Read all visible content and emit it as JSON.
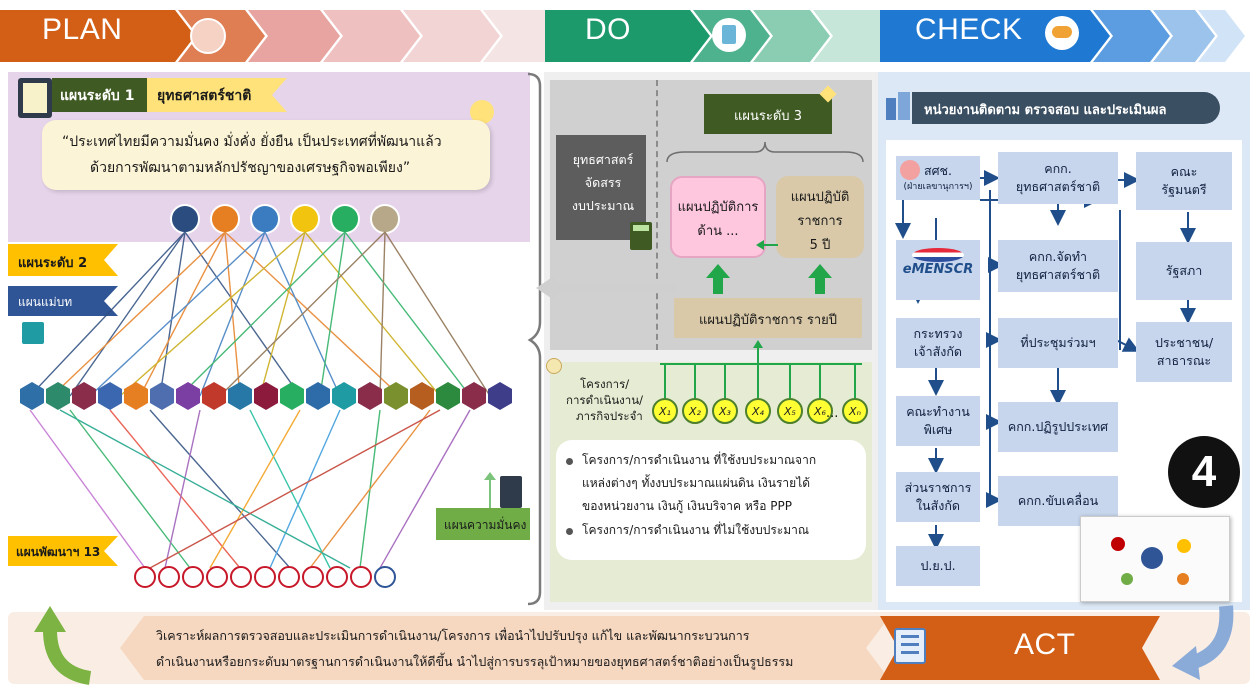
{
  "header": {
    "plan": "PLAN",
    "do": "DO",
    "check": "CHECK",
    "act": "ACT"
  },
  "plan": {
    "level1_label": "แผนระดับ 1",
    "level1_name": "ยุทธศาสตร์ชาติ",
    "vision_line1": "“ประเทศไทยมีความมั่นคง มั่งคั่ง ยั่งยืน เป็นประเทศที่พัฒนาแล้ว",
    "vision_line2": "ด้วยการพัฒนาตามหลักปรัชญาของเศรษฐกิจพอเพียง”",
    "level2_label": "แผนระดับ 2",
    "master_plan_label": "แผนแม่บท",
    "security_plan_label": "แผนความมั่นคง",
    "nesdp_label": "แผนพัฒนาฯ 13"
  },
  "do": {
    "level3_label": "แผนระดับ 3",
    "budget_strategy": [
      "ยุทธศาสตร์",
      "จัดสรร",
      "งบประมาณ"
    ],
    "ops_plan": [
      "แผนปฏิบัติการ",
      "ด้าน ..."
    ],
    "gov_plan_5y": [
      "แผนปฏิบัติ",
      "ราชการ",
      "5 ปี"
    ],
    "annual_plan": "แผนปฏิบัติราชการ รายปี",
    "projects_label": [
      "โครงการ/",
      "การดำเนินงาน/",
      "ภารกิจประจำ"
    ],
    "x_items": [
      "X₁",
      "X₂",
      "X₃",
      "X₄",
      "X₅",
      "X₆",
      "Xₙ"
    ],
    "ellipsis": "...",
    "bullet1": [
      "โครงการ/การดำเนินงาน ที่ใช้งบประมาณจาก",
      "แหล่งต่างๆ ทั้งงบประมาณแผ่นดิน เงินรายได้",
      "ของหน่วยงาน เงินกู้ เงินบริจาค หรือ PPP"
    ],
    "bullet2": "โครงการ/การดำเนินงาน ที่ไม่ใช้งบประมาณ"
  },
  "check": {
    "title": "หน่วยงานติดตาม ตรวจสอบ และประเมินผล",
    "nesdc": [
      "สศช.",
      "(ฝ่ายเลขานุการฯ)"
    ],
    "emenscr": "eMENSCR",
    "ministry": [
      "กระทรวง",
      "เจ้าสังกัด"
    ],
    "special_committee": [
      "คณะทำงาน",
      "พิเศษ"
    ],
    "agencies": [
      "ส่วนราชการ",
      "ในสังกัด"
    ],
    "psu": "ป.ย.ป.",
    "nsc": [
      "คกก.",
      "ยุทธศาสตร์ชาติ"
    ],
    "drafting": [
      "คกก.จัดทำ",
      "ยุทธศาสตร์ชาติ"
    ],
    "joint_meeting": "ที่ประชุมร่วมฯ",
    "reform": "คกก.ปฏิรูปประเทศ",
    "driving": "คกก.ขับเคลื่อน",
    "cabinet": [
      "คณะ",
      "รัฐมนตรี"
    ],
    "parliament": "รัฐสภา",
    "public": [
      "ประชาชน/",
      "สาธารณะ"
    ],
    "page_number": "4"
  },
  "act": {
    "line1": "วิเคราะห์ผลการตรวจสอบและประเมินการดำเนินงาน/โครงการ เพื่อนำไปปรับปรุง แก้ไข และพัฒนากระบวนการ",
    "line2": "ดำเนินงานหรือยกระดับมาตรฐานการดำเนินงานให้ดีขึ้น นำไปสู่การบรรลุเป้าหมายของยุทธศาสตร์ชาติอย่างเป็นรูปธรรม"
  },
  "colors": {
    "plan": "#d35f17",
    "do": "#1c9a6c",
    "check": "#1f78d1",
    "act": "#d35f17",
    "olive": "#3f5a22",
    "gray": "#5d5d5d"
  }
}
